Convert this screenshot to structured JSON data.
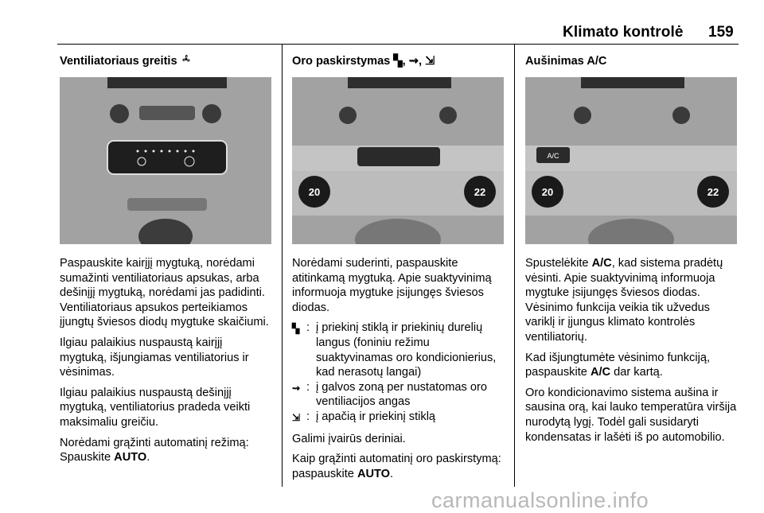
{
  "header": {
    "title": "Klimato kontrolė",
    "page_number": "159"
  },
  "col1": {
    "heading": "Ventiliatoriaus greitis",
    "heading_icon": "fan-icon",
    "paragraphs": [
      "Paspauskite kairįjį mygtuką, norėdami sumažinti ventiliatoriaus apsukas, arba dešinįjį mygtuką, norėdami jas padidinti. Ventiliatoriaus apsukos perteikiamos įjungtų šviesos diodų mygtuke skaičiumi.",
      "Ilgiau palaikius nuspaustą kairįjį mygtuką, išjungiamas ventiliatorius ir vėsinimas.",
      "Ilgiau palaikius nuspaustą dešinįjį mygtuką, ventiliatorius pradeda veikti maksimaliu greičiu."
    ],
    "last_paragraph": {
      "text": "Norėdami grąžinti automatinį režimą: Spauskite ",
      "bold": "AUTO",
      "end": "."
    }
  },
  "col2": {
    "heading": "Oro paskirstymas",
    "heading_icons": [
      "windscreen-air-icon",
      "face-air-icon",
      "footwell-air-icon"
    ],
    "intro": "Norėdami suderinti, paspauskite atitinkamą mygtuką. Apie suaktyvinimą informuoja mygtuke įsijungęs šviesos diodas.",
    "list": [
      {
        "icon": "windscreen-air-icon",
        "text": "į priekinį stiklą ir priekinių durelių langus (foniniu režimu suaktyvinamas oro kondicionierius, kad nerasotų langai)"
      },
      {
        "icon": "face-air-icon",
        "text": "į galvos zoną per nustatomas oro ventiliacijos angas"
      },
      {
        "icon": "footwell-air-icon",
        "text": "į apačią ir priekinį stiklą"
      }
    ],
    "after_list": "Galimi įvairūs deriniai.",
    "last_paragraph": {
      "text": "Kaip grąžinti automatinį oro paskirstymą: paspauskite ",
      "bold": "AUTO",
      "end": "."
    }
  },
  "col3": {
    "heading": "Aušinimas A/C",
    "para1": {
      "pre": "Spustelėkite ",
      "bold": "A/C",
      "post": ", kad sistema pradėtų vėsinti. Apie suaktyvinimą informuoja mygtuke įsijungęs šviesos diodas. Vėsinimo funkcija veikia tik užvedus variklį ir įjungus klimato kontrolės ventiliatorių."
    },
    "para2": {
      "pre": "Kad išjungtumėte vėsinimo funkciją, paspauskite ",
      "bold": "A/C",
      "post": " dar kartą."
    },
    "para3": "Oro kondicionavimo sistema aušina ir sausina orą, kai lauko temperatūra viršija nurodytą lygį. Todėl gali susidaryti kondensatas ir lašėti iš po automobilio."
  },
  "figures": {
    "temp_left": "20",
    "temp_right": "22",
    "ac_label": "A/C"
  },
  "watermark": "carmanualsonline.info"
}
